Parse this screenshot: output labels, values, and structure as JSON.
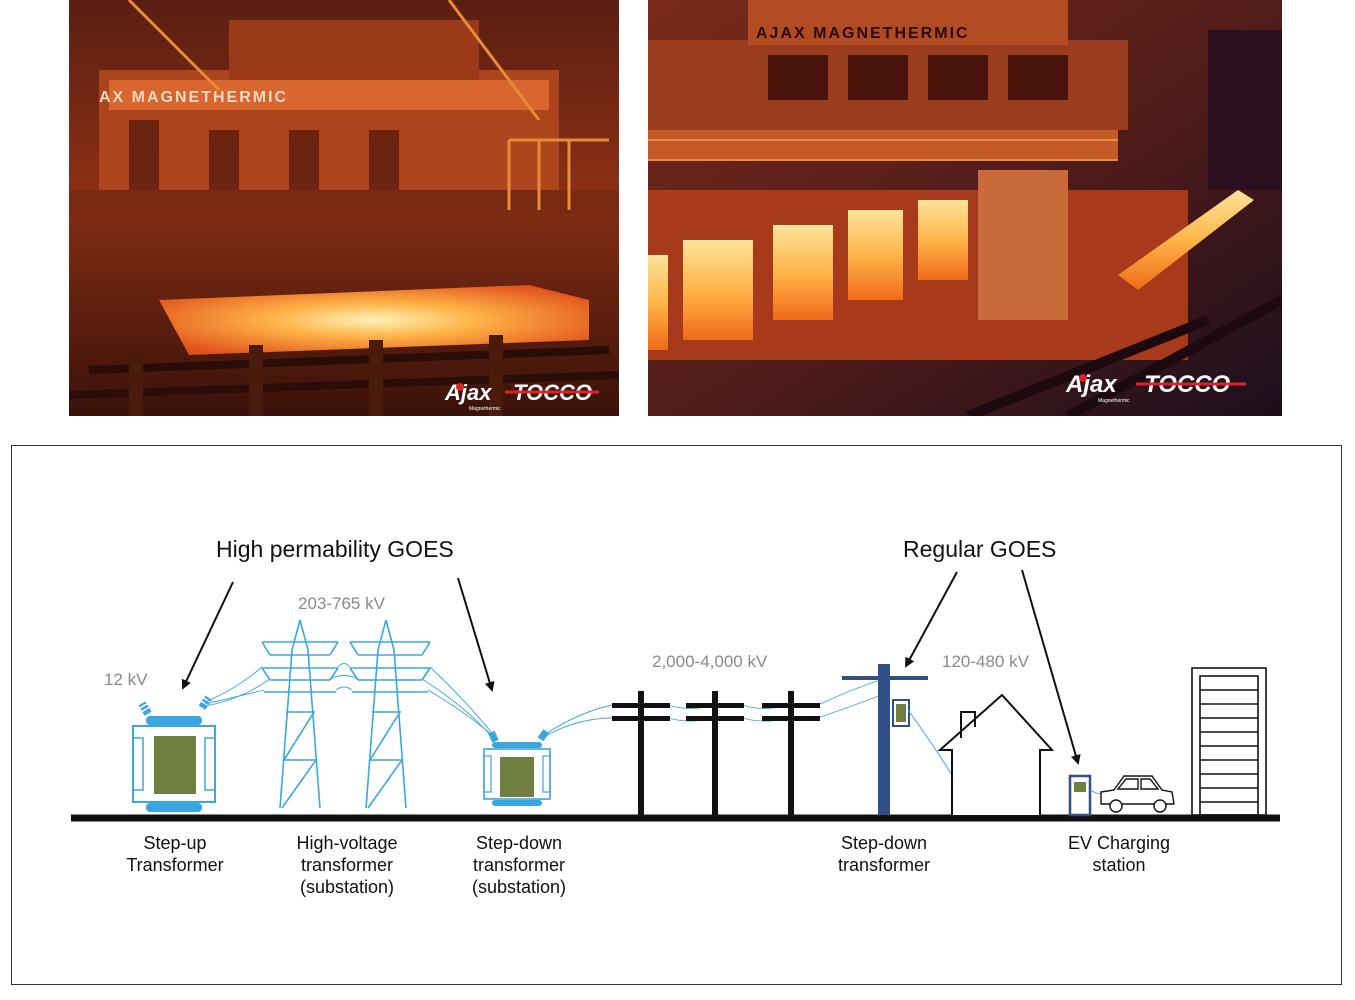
{
  "photos": {
    "left": {
      "sign_text": "AX MAGNETHERMIC",
      "logo_ajax": "Ajax",
      "logo_tocco": "TOCCO",
      "logo_sub": "Magnethermic"
    },
    "right": {
      "sign_text": "AJAX MAGNETHERMIC",
      "logo_ajax": "Ajax",
      "logo_tocco": "TOCCO",
      "logo_sub": "Magnethermic"
    }
  },
  "diagram": {
    "callouts": {
      "high_perm": "High permability GOES",
      "regular": "Regular GOES"
    },
    "voltages": {
      "v12": "12 kV",
      "v203": "203-765 kV",
      "v2000": "2,000-4,000 kV",
      "v120": "120-480 kV"
    },
    "labels": {
      "stepup_1": "Step-up",
      "stepup_2": "Transformer",
      "hv_1": "High-voltage",
      "hv_2": "transformer",
      "hv_3": "(substation)",
      "sd_1": "Step-down",
      "sd_2": "transformer",
      "sd_3": "(substation)",
      "sdp_1": "Step-down",
      "sdp_2": "transformer",
      "ev_1": "EV Charging",
      "ev_2": "station"
    },
    "colors": {
      "transformer_blue": "#3aa7e0",
      "core_green": "#6e7f3f",
      "pole_navy": "#2f4f86",
      "ground": "#111111",
      "voltage_gray": "#8a8a8a"
    }
  }
}
